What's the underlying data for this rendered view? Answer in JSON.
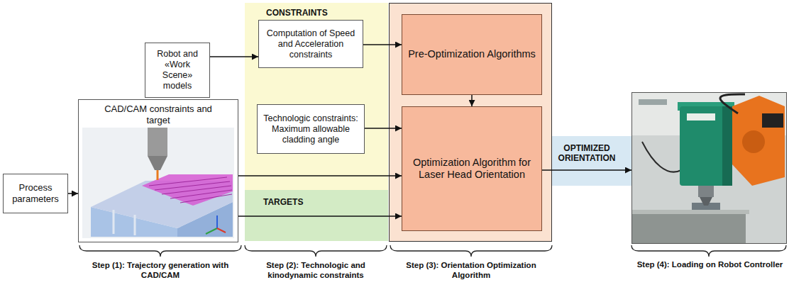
{
  "diagram": {
    "nodes": [
      {
        "text": [
          "Robot and «Work Scene» models"
        ]
      },
      {
        "text": [
          "CONSTRAINTS"
        ]
      },
      {
        "text": [
          "Computation of Speed and Acceleration constraints"
        ],
        "in": 1
      },
      {
        "text": [
          "Technologic constraints: Maximum allowable cladding angle"
        ],
        "in": 1
      },
      {
        "text": [
          "Process parameters"
        ]
      },
      {
        "text": [
          "CAD/CAM constraints and target"
        ]
      },
      {
        "text": [
          "TARGETS"
        ]
      },
      {
        "text": [
          "Pre-Optimization Algorithms"
        ]
      },
      {
        "text": [
          "Optimization Algorithm for Laser Head Orientation"
        ]
      },
      {
        "text": [
          "Step (4): Loading on Robot Controller"
        ]
      }
    ],
    "edges": [
      {
        "from": 0,
        "to": 2,
        "arrow": "to"
      },
      {
        "from": 4,
        "to": 5,
        "arrow": "to"
      },
      {
        "from": 2,
        "to": 7,
        "arrow": "to"
      },
      {
        "from": 3,
        "to": 8,
        "arrow": "to"
      },
      {
        "from": 5,
        "to": 8,
        "arrow": "to"
      },
      {
        "from": 5,
        "to": 8,
        "arrow": "to"
      },
      {
        "from": 7,
        "to": 8,
        "arrow": "to"
      },
      {
        "from": 8,
        "to": 9,
        "label": "OPTIMIZED ORIENTATION",
        "arrow": "to"
      }
    ],
    "labels": [
      "Step (1): Trajectory generation with CAD/CAM",
      "Step (2): Technologic and kinodynamic constraints",
      "Step (3): Orientation Optimization Algorithm"
    ]
  }
}
